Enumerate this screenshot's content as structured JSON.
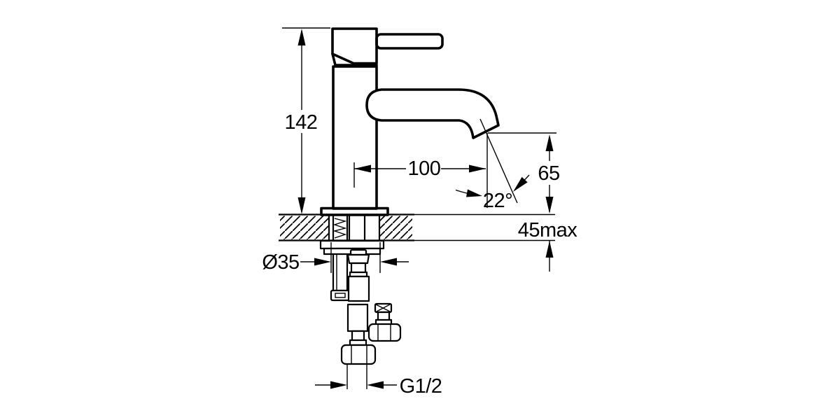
{
  "drawing": {
    "labels": {
      "height": "142",
      "reach": "100",
      "outlet_height": "65",
      "angle": "22°",
      "max_counter": "45max",
      "hole_diameter": "Ø35",
      "connection": "G1/2"
    },
    "colors": {
      "line": "#000000",
      "background": "#ffffff"
    }
  }
}
